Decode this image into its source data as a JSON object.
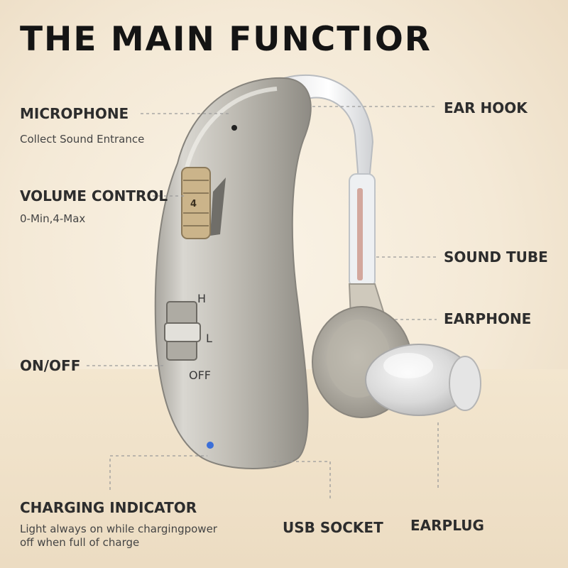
{
  "title": "THE MAIN FUNCTIOR",
  "labels": {
    "microphone": "MICROPHONE",
    "microphone_desc": "Collect Sound Entrance",
    "volume_control": "VOLUME CONTROL",
    "volume_desc": "0-Min,4-Max",
    "on_off": "ON/OFF",
    "charging_indicator": "CHARGING INDICATOR",
    "charging_desc_1": "Light always on while chargingpower",
    "charging_desc_2": "off when full of charge",
    "ear_hook": "EAR HOOK",
    "sound_tube": "SOUND TUBE",
    "earphone": "EARPHONE",
    "usb_socket": "USB SOCKET",
    "earplug": "EARPLUG"
  },
  "device": {
    "wheel_value": "4",
    "switch_high": "H",
    "switch_low": "L",
    "switch_off": "OFF"
  },
  "colors": {
    "title": "#141414",
    "label": "#2d2d2d",
    "body_silver": "#bdbab2",
    "indicator_led": "#3b6fd8",
    "wheel_gold": "#cbb48a"
  }
}
